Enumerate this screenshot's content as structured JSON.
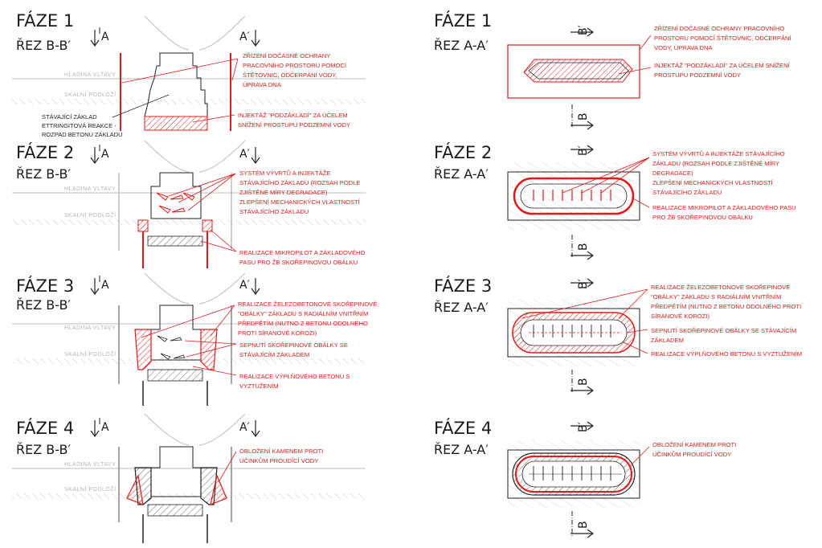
{
  "phases_left": [
    {
      "title": "FÁZE 1",
      "section": "ŘEZ B-B′",
      "mark_left": "A",
      "mark_right": "A′"
    },
    {
      "title": "FÁZE 2",
      "section": "ŘEZ B-B′",
      "mark_left": "A",
      "mark_right": "A′"
    },
    {
      "title": "FÁZE 3",
      "section": "ŘEZ B-B′",
      "mark_left": "A",
      "mark_right": "A′"
    },
    {
      "title": "FÁZE 4",
      "section": "ŘEZ B-B′",
      "mark_left": "A",
      "mark_right": "A′"
    }
  ],
  "phases_right": [
    {
      "title": "FÁZE 1",
      "section": "ŘEZ A-A′",
      "mark_top": "B′",
      "mark_bottom": "B"
    },
    {
      "title": "FÁZE 2",
      "section": "ŘEZ A-A′",
      "mark_top": "B′",
      "mark_bottom": "B"
    },
    {
      "title": "FÁZE 3",
      "section": "ŘEZ A-A′",
      "mark_top": "B′",
      "mark_bottom": "B"
    },
    {
      "title": "FÁZE 4",
      "section": "ŘEZ A-A′",
      "mark_top": "B′",
      "mark_bottom": "B"
    }
  ],
  "labels": {
    "hladina": "HLADINA VLTAVY",
    "podlozi": "SKALNÍ PODLOŽÍ",
    "stavajici": [
      "STÁVAJÍCÍ ZÁKLAD",
      "ETTRINGITOVÁ REAKCE -",
      "ROZPAD BETONU ZÁKLADU"
    ]
  },
  "notes_left": {
    "p1a": [
      "ZŘÍZENÍ DOČASNÉ OCHRANY",
      "PRACOVNÍHO PROSTORU POMOCÍ",
      "ŠTĚTOVNIC, ODČERPÁNÍ VODY,",
      "ÚPRAVA DNA"
    ],
    "p1b": [
      "INJEKTÁŽ \"PODZÁKLADÍ\" ZA ÚČELEM",
      "SNÍŽENÍ PROSTUPU PODZEMNÍ VODY"
    ],
    "p2a": [
      "SYSTÉM VÝVRTŮ A INJEKTÁŽE",
      "STÁVAJÍCÍHO ZÁKLADU (ROZSAH PODLE",
      "ZJIŠTĚNÉ MÍRY DEGRADACE)",
      "ZLEPŠENÍ MECHANICKÝCH VLASTNOSTÍ",
      "STÁVAJÍCÍHO ZÁKLADU"
    ],
    "p2b": [
      "REALIZACE MIKROPILOT A ZÁKLADOVÉHO",
      "PASU PRO ŽB SKOŘEPINOVOU OBÁLKU"
    ],
    "p3a": [
      "REALIZACE ŽELEZOBETONOVÉ SKOŘEPINOVÉ",
      "\"OBÁLKY\" ZÁKLADU S RADIÁLNÍM VNITŘNÍM",
      "PŘEDPĚTÍM (NUTNO Z BETONU ODOLNÉHO",
      "PROTI SÍRANOVÉ KOROZI)"
    ],
    "p3b": [
      "SEPNUTÍ SKOŘEPINOVÉ OBÁLKY SE",
      "STÁVAJÍCÍM ZÁKLADEM"
    ],
    "p3c": [
      "REALIZACE VÝPLŇOVÉHO BETONU S",
      "VYZTUŽENÍM"
    ],
    "p4a": [
      "OBLOŽENÍ KAMENEM PROTI",
      "ÚČINKŮM PROUDÍCÍ VODY"
    ]
  },
  "notes_right": {
    "p1a": [
      "ZŘÍZENÍ DOČASNÉ OCHRANY PRACOVNÍHO",
      "PROSTORU POMOCÍ ŠTĚTOVNIC, ODČERPÁNÍ",
      "VODY, ÚPRAVA DNA"
    ],
    "p1b": [
      "INJEKTÁŽ \"PODZÁKLADÍ\" ZA ÚČELEM SNÍŽENÍ",
      "PROSTUPU PODZEMNÍ VODY"
    ],
    "p2a": [
      "SYSTÉM VÝVRTŮ A INJEKTÁŽE STÁVAJÍCÍHO",
      "ZÁKLADU (ROZSAH PODLE ZJIŠTĚNÉ MÍRY",
      "DEGRADACE)",
      "ZLEPŠENÍ MECHANICKÝCH VLASTNOSTÍ",
      "STÁVAJÍCÍHO ZÁKLADU"
    ],
    "p2b": [
      "REALIZACE MIKROPILOT A ZÁKLADOVÉHO PASU",
      "PRO ŽB SKOŘEPINOVOU OBÁLKU"
    ],
    "p3a": [
      "REALIZACE ŽELEZOBETONOVÉ SKOŘEPINOVÉ",
      "\"OBÁLKY\" ZÁKLADU S RADIÁLNÍM VNITŘNÍM",
      "PŘEDPĚTÍM (NUTNO Z BETONU ODOLNÉHO PROTI",
      "SÍRANOVÉ KOROZI)"
    ],
    "p3b": [
      "SEPNUTÍ SKOŘEPINOVÉ OBÁLKY SE STÁVAJÍCÍM",
      "ZÁKLADEM"
    ],
    "p3c": [
      "REALIZACE VÝPLŇOVÉHO BETONU S VYZTUŽENÍM"
    ],
    "p4a": [
      "OBLOŽENÍ KAMENEM PROTI",
      "ÚČINKŮM PROUDÍCÍ VODY"
    ]
  },
  "colors": {
    "accent": "#e01b1b",
    "line": "#222222",
    "ground": "#bdbdbd"
  }
}
